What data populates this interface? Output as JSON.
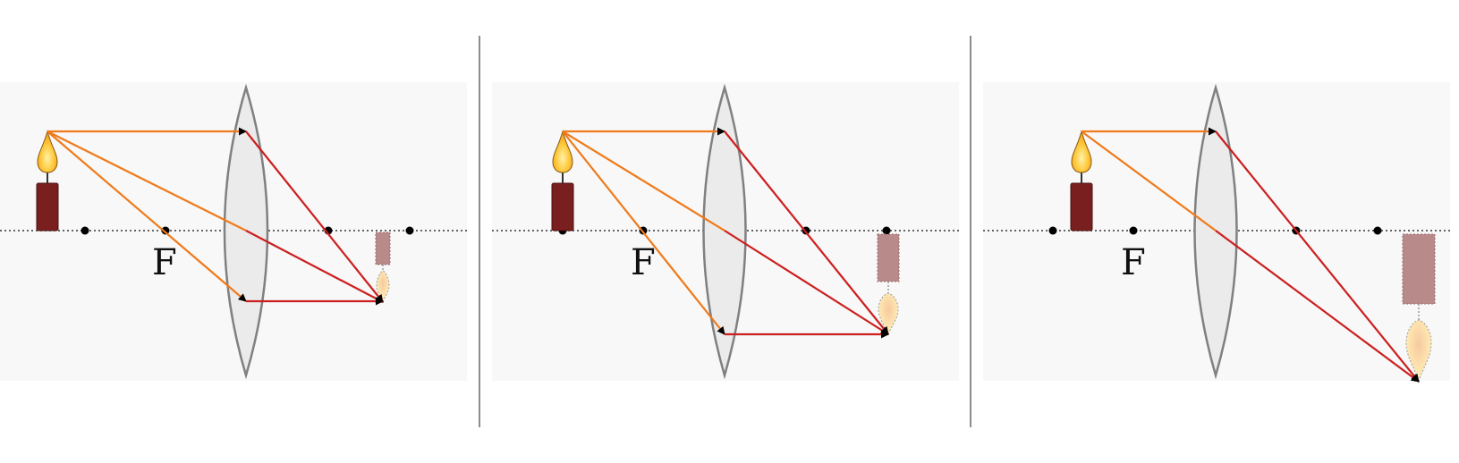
{
  "figure": {
    "focal_label": "F",
    "colors": {
      "panel_bg": "#f8f8f8",
      "divider": "#8c8c8c",
      "axis": "#333333",
      "lens_fill": "#ebebeb",
      "lens_stroke": "#808080",
      "incident_ray": "#f07a1a",
      "refracted_ray": "#cc1f1f",
      "candle_body": "#7a1f1f",
      "image_body": "#b88a8a",
      "flame_outer": "#f5a623",
      "flame_inner": "#ffd75e",
      "image_flame": "#fbe6a3"
    },
    "icons": [
      "candle-icon",
      "flame-icon",
      "image-candle-icon",
      "arrowhead-icon"
    ],
    "panels": [
      {
        "id": "panel-1",
        "image_size": "small"
      },
      {
        "id": "panel-2",
        "image_size": "medium"
      },
      {
        "id": "panel-3",
        "image_size": "large"
      }
    ]
  }
}
